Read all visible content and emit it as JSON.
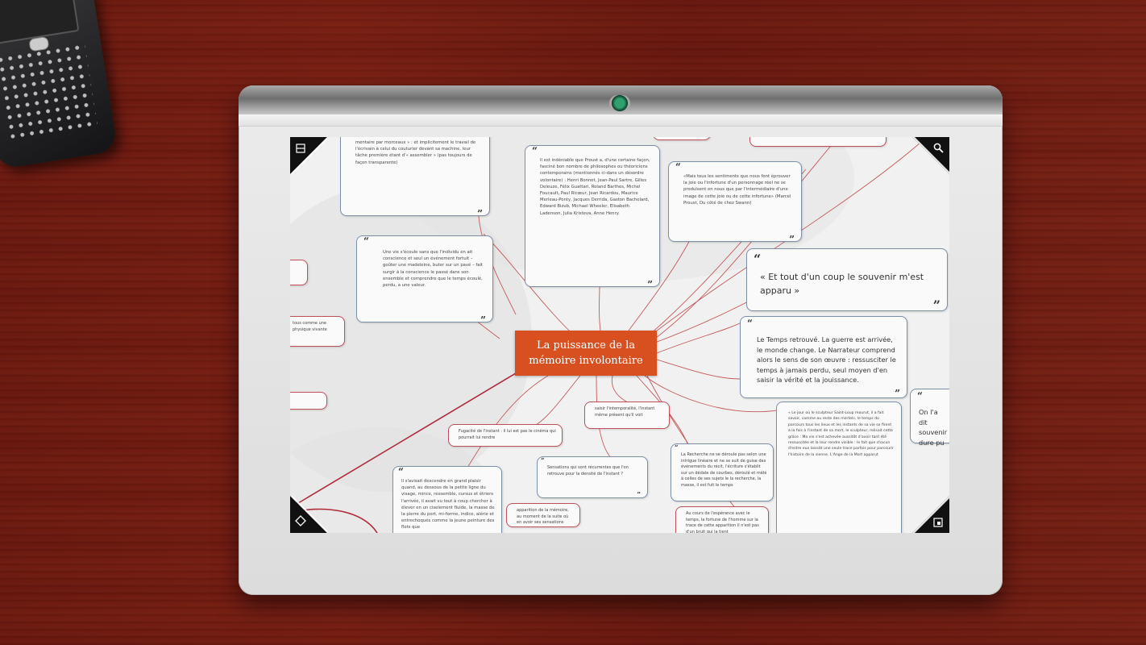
{
  "center_node": {
    "line1": "La puissance de la",
    "line2": "mémoire involontaire"
  },
  "cards": {
    "typewriter": "mentaire par morceaux » : et implicitement le travail de l'écrivain à celui du couturier devant sa machine, leur tâche première étant d'« assembler » (pas toujours de façon transparente)",
    "philosophers": "Il est indéniable que Proust a, d'une certaine façon, fasciné bon nombre de philosophes ou théoriciens contemporains (mentionnés ci-dans un désordre volontaire) : Henri Bonnet, Jean-Paul Sartre, Gilles Deleuze, Félix Guattari, Roland Barthes, Michel Foucault, Paul Ricœur, Jean Ricardou, Maurice Merleau-Ponty, Jacques Derrida, Gaston Bachelard, Edward Bizub, Michael Wheeler, Elisabeth Ladenson, Julia Kristeva, Anne Henry.",
    "sentiments": "«Mais tous les sentiments que nous font éprouver la joie ou l'infortune d'un personnage réel ne se produisent en nous que par l'intermédiaire d'une image de cette joie ou de cette infortune» (Marcel Proust, Du côté de chez Swann)",
    "souvenir": "« Et tout d'un coup le souvenir m'est apparu »",
    "temps_retrouve": "Le Temps retrouvé. La guerre est arrivée, le monde change. Le Narrateur comprend alors le sens de son œuvre : ressusciter le temps à jamais perdu, seul moyen d'en saisir la vérité et la jouissance.",
    "madeleine": "Une vie s'écoule sans que l'individu en ait conscience et seul un événement fortuit – goûter une madeleine, buter sur un pavé – fait surgir à la conscience le passé dans son ensemble et comprendre que le temps écoulé, perdu, a une valeur.",
    "right_partial": "On l'a dit souvenir dure pu",
    "saint_loup": "« Le jour où le sculpteur Saint-Loup mourut, il a fait savoir, comme au reste des mortels, le temps du parcours tous les lieux et les instants de sa vie se firent à la fois à l'instant de sa mort, le sculpteur, relisait cette grâce : Ma vie s'est achevée aussitôt d'avoir tant été ressuscitée et la leur rendre visible : le fait que chacun d'entre eux laissât une seule trace parfois pour parcourir l'histoire de la sienne. L'Ange de la Mort apparut",
    "chateau": "Il s'avisait descendre en grand plaisir quand, au dessous de la petite ligne du visage, mince, ressemble, cursus et étriers l'arrivée, il avait vu tout à coup chercher à élever en un ciselement fluide, la masse de la pierre du port, mi-forme, indice, alérie et entrechoqués comme la jeune peinture des flots que",
    "fugacite": "Fugacité de l'instant : il lui est pas le cinéma qui pourrait lui rendre",
    "atemporalite": "saisir l'intemporalité, l'instant même présent qu'il voit",
    "sensations": "Sensations qui sont récurrentes que l'on retrouve pour la densité de l'instant ?",
    "recherche": "La Recherche ne se déroule pas selon une intrigue linéaire et ne se suit de guise des événements du récit, l'écriture s'établit sur un dédale de courbes, déroulé et mêlé à celles de ses sujets le la recherche, la masse, il est fuit le temps",
    "esperance": "Au cours de l'espérance avec le temps, la fortune de l'homme sur la trace de cette apparition il n'est pas d'un bruit qui la tient",
    "apparition": "apparition de la mémoire, au moment de la suite où en avoir ses sensations",
    "left1": "tous comme une physique vivante",
    "left2": "",
    "left3": ""
  },
  "corner_icons": [
    "panel-icon",
    "search-icon",
    "navigate-icon",
    "page-icon"
  ],
  "colors": {
    "center": "#d8501f",
    "card_border": "#7b8fa9",
    "red_border": "#c0505a",
    "table": "#6e1a10"
  }
}
